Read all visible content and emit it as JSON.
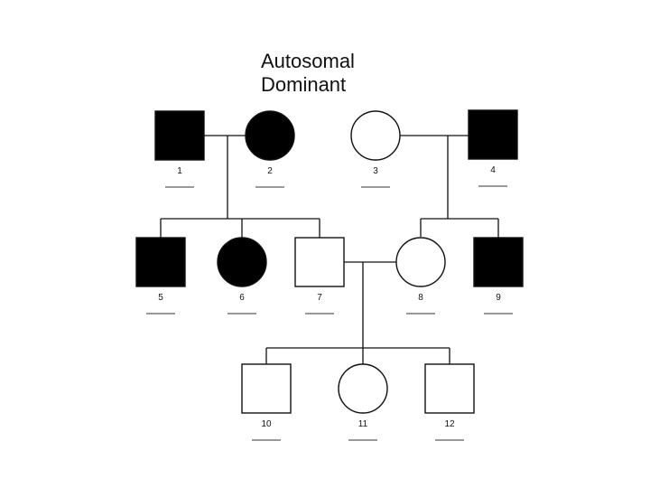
{
  "title": {
    "line1": "Autosomal",
    "line2": "Dominant"
  },
  "colors": {
    "affected": "#000000",
    "unaffected": "#ffffff",
    "stroke": "#111111"
  },
  "individuals": [
    {
      "id": "1",
      "sex": "male",
      "affected": true
    },
    {
      "id": "2",
      "sex": "female",
      "affected": true
    },
    {
      "id": "3",
      "sex": "female",
      "affected": false
    },
    {
      "id": "4",
      "sex": "male",
      "affected": true
    },
    {
      "id": "5",
      "sex": "male",
      "affected": true
    },
    {
      "id": "6",
      "sex": "female",
      "affected": true
    },
    {
      "id": "7",
      "sex": "male",
      "affected": false
    },
    {
      "id": "8",
      "sex": "female",
      "affected": false
    },
    {
      "id": "9",
      "sex": "male",
      "affected": true
    },
    {
      "id": "10",
      "sex": "male",
      "affected": false
    },
    {
      "id": "11",
      "sex": "female",
      "affected": false
    },
    {
      "id": "12",
      "sex": "male",
      "affected": false
    }
  ],
  "matings": [
    {
      "partners": [
        "1",
        "2"
      ],
      "children": [
        "5",
        "6",
        "7"
      ]
    },
    {
      "partners": [
        "3",
        "4"
      ],
      "children": [
        "8",
        "9"
      ]
    },
    {
      "partners": [
        "7",
        "8"
      ],
      "children": [
        "10",
        "11",
        "12"
      ]
    }
  ]
}
